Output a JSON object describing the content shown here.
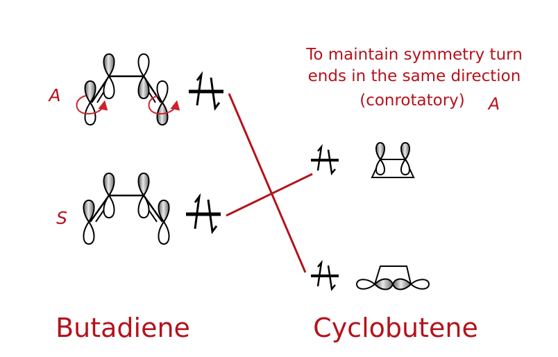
{
  "note": {
    "lines": [
      "To maintain symmetry turn",
      "ends in the same direction",
      "(conrotatory)"
    ],
    "symmetry_label": "A"
  },
  "butadiene": {
    "label": "Butadiene",
    "upper_orbital_symmetry": "A",
    "lower_orbital_symmetry": "S"
  },
  "cyclobutene": {
    "label": "Cyclobutene"
  },
  "colors": {
    "text": "#b5121b",
    "correlation_line": "#b5121b",
    "lobe_shaded": "#8c8c8c",
    "lobe_open": "#ffffff",
    "ink": "#000000"
  }
}
